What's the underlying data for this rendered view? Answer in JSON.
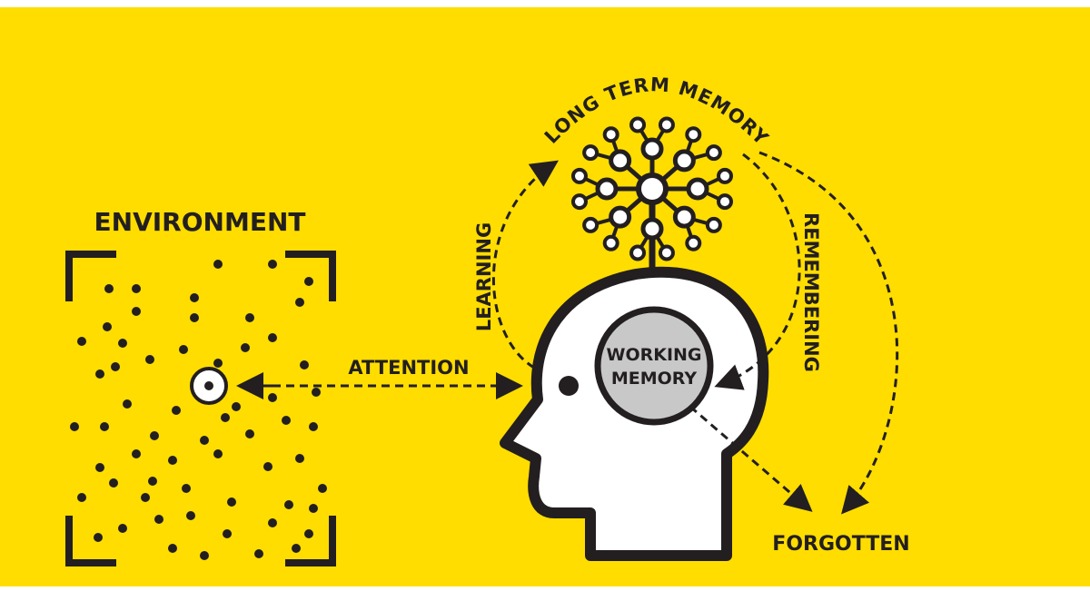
{
  "colors": {
    "background": "#ffdd00",
    "ink": "#231f20",
    "head_fill": "#ffffff",
    "memory_fill": "#c8c8c8"
  },
  "labels": {
    "environment": "ENVIRONMENT",
    "attention": "ATTENTION",
    "learning": "LEARNING",
    "long_term_memory": "LONG TERM MEMORY",
    "remembering": "REMEMBERING",
    "working_memory_line1": "WORKING",
    "working_memory_line2": "MEMORY",
    "forgotten": "FORGOTTEN"
  },
  "icons": {
    "environment": "dotted-field-icon",
    "focus": "focus-target-icon",
    "head": "head-profile-icon",
    "network": "neural-network-icon"
  }
}
